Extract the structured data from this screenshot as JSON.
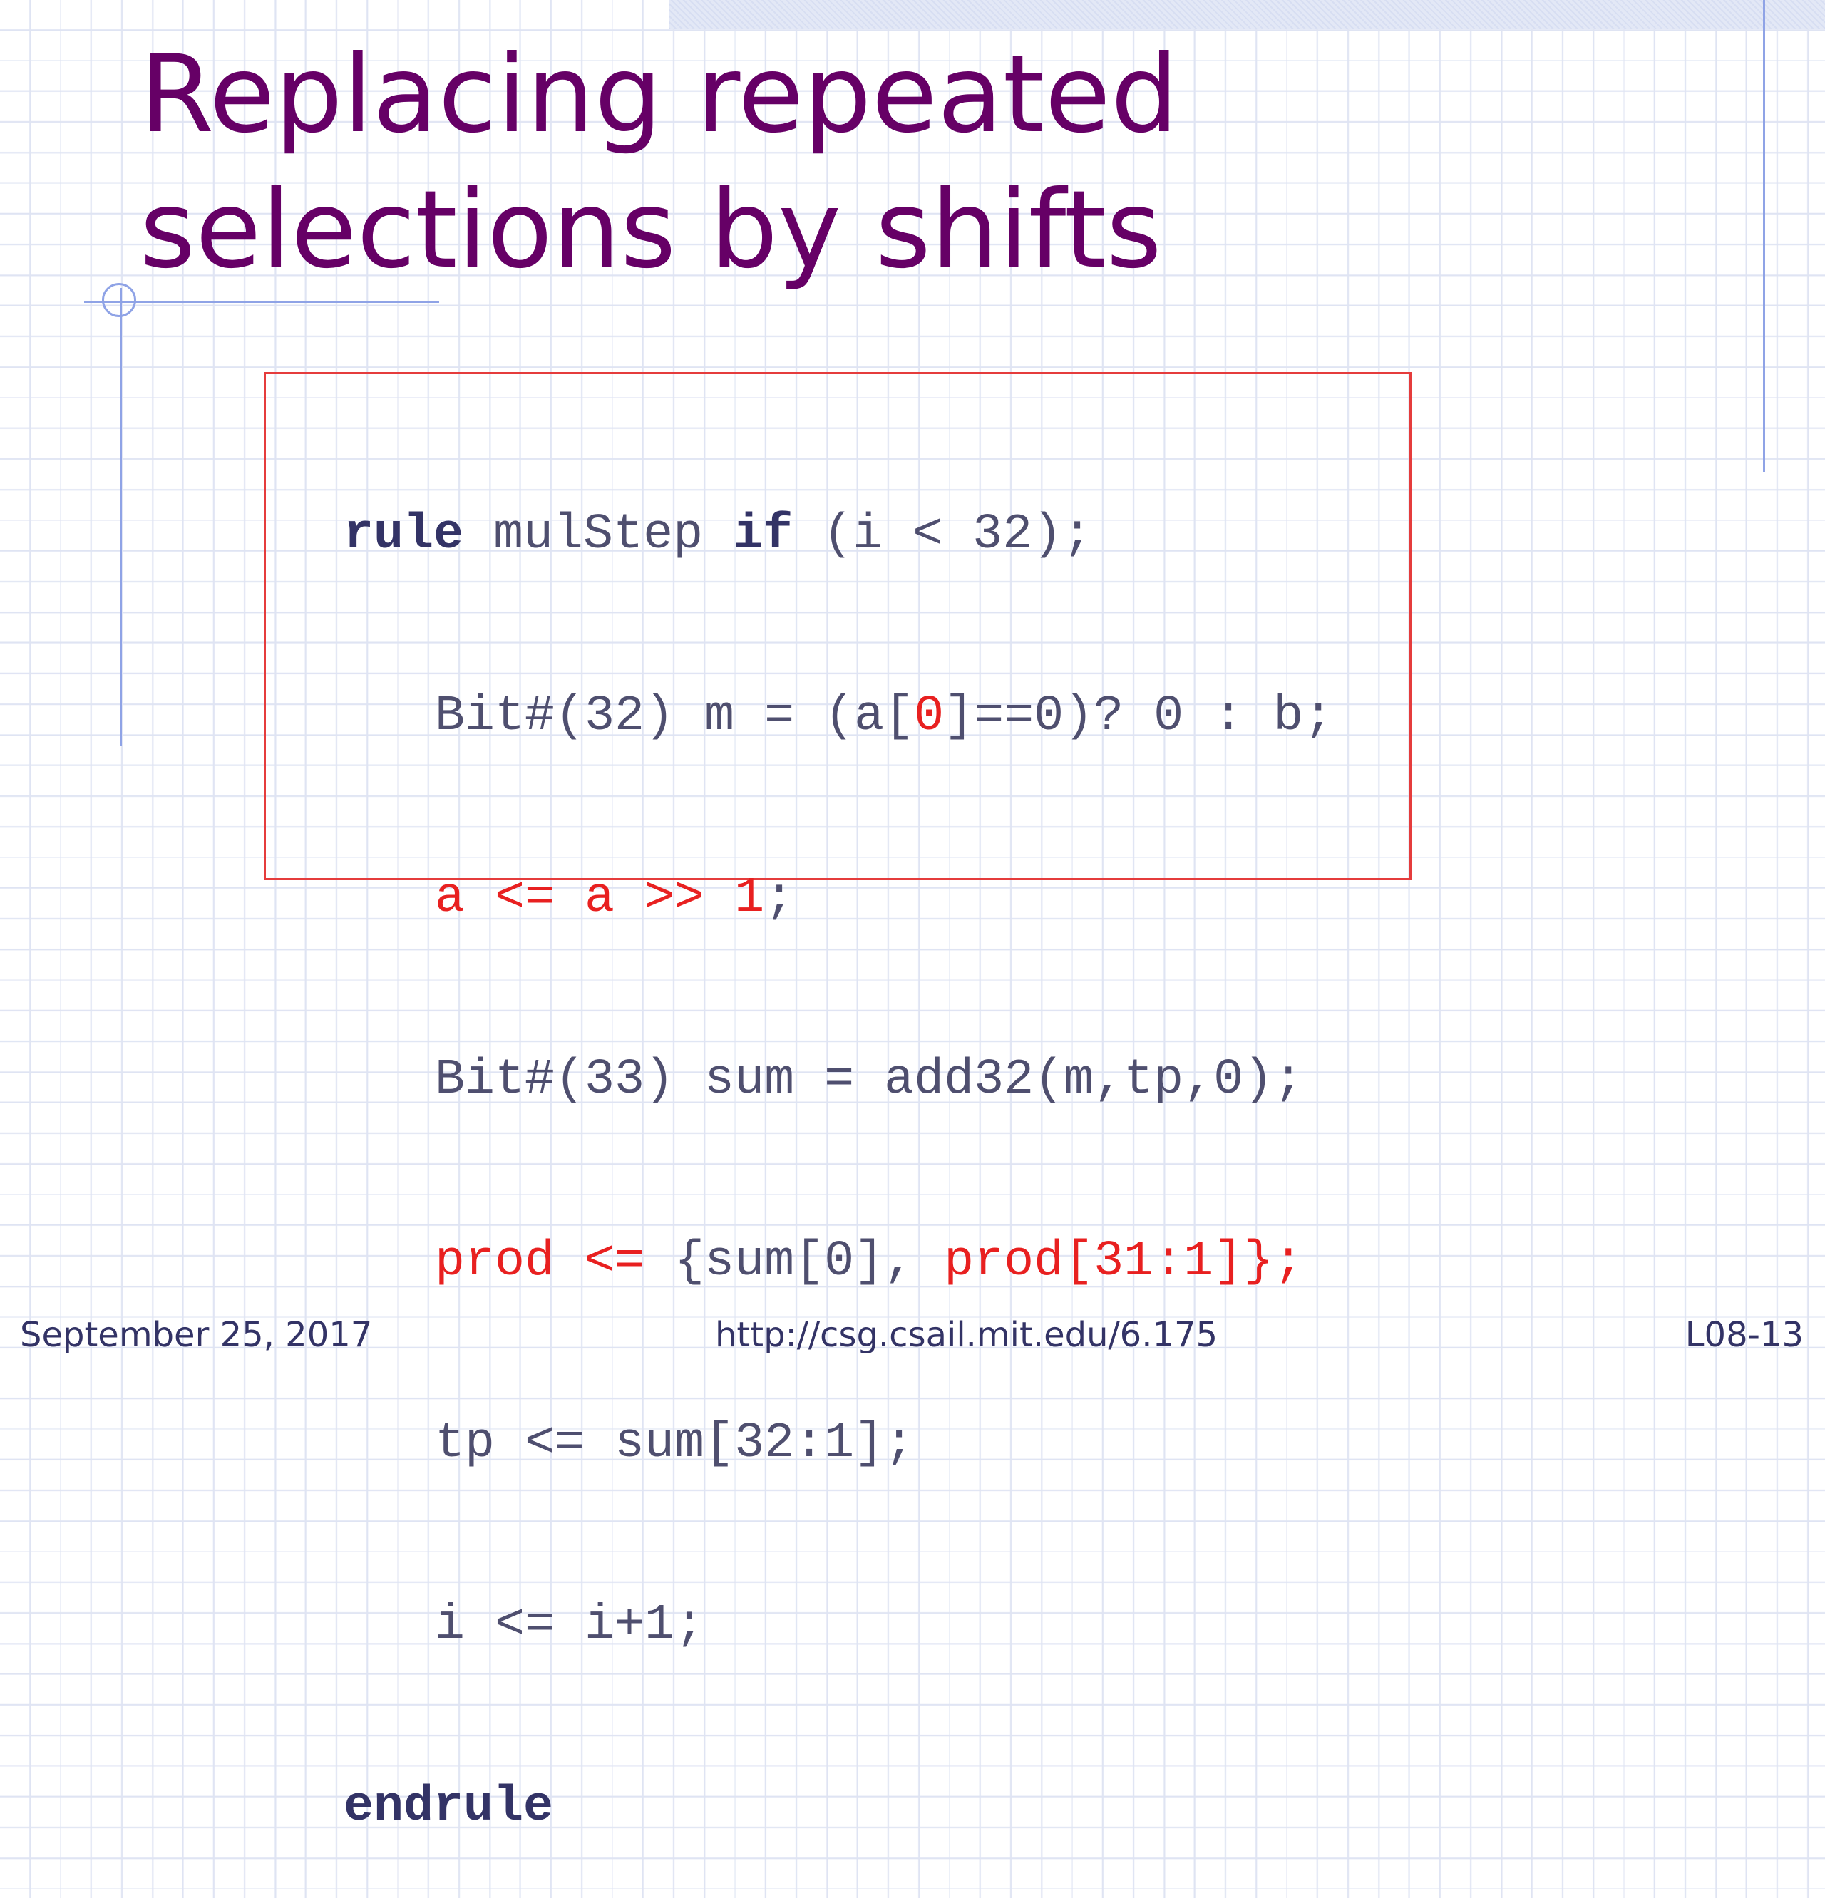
{
  "slide": {
    "title_line1": "Replacing repeated",
    "title_line2": "selections by shifts"
  },
  "code": {
    "line1": {
      "kw_rule": "rule",
      "name": " mulStep ",
      "kw_if": "if",
      "cond": " (i < 32);"
    },
    "line2": {
      "a": "Bit#(32) m = (a[",
      "zero": "0",
      "b": "]==0)? 0 : b;"
    },
    "line3": {
      "text": "a <= a >> 1",
      "semi": ";"
    },
    "line4": {
      "text": "Bit#(33) sum = add32(m,tp,0);"
    },
    "line5": {
      "a": "prod <= ",
      "b": "{sum[0], ",
      "c": "prod[31:1]}",
      "d": ";"
    },
    "line6": {
      "text": "tp <= sum[32:1];"
    },
    "line7": {
      "text": "i <= i+1;"
    },
    "line8": {
      "kw_endrule": "endrule"
    }
  },
  "footer": {
    "date": "September 25, 2017",
    "url": "http://csg.csail.mit.edu/6.175",
    "page": "L08-13"
  },
  "colors": {
    "title": "#660066",
    "code_text": "#4f4f6f",
    "keyword": "#333366",
    "highlight": "#e82020",
    "box_border": "#e53c3c",
    "decor_lines": "#8fa3e6"
  }
}
